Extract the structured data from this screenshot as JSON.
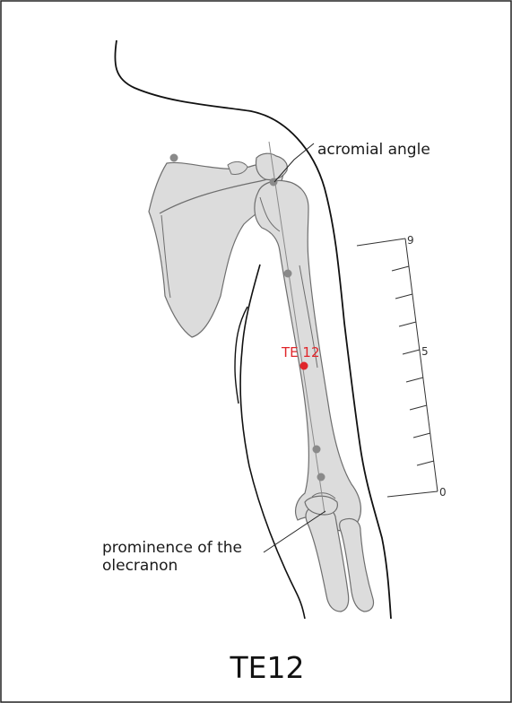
{
  "title": "TE12",
  "point": {
    "label": "TE 12",
    "color": "#e0262b"
  },
  "landmarks": {
    "acromial_angle": "acromial angle",
    "olecranon_line1": "prominence of the",
    "olecranon_line2": "olecranon"
  },
  "scale": {
    "top": "9",
    "middle": "5",
    "bottom": "0"
  },
  "colors": {
    "bone_fill": "#dcdcdc",
    "bone_stroke": "#6e6e6e",
    "outline": "#111111",
    "marker": "#8a8a8a",
    "frame": "#222222"
  }
}
